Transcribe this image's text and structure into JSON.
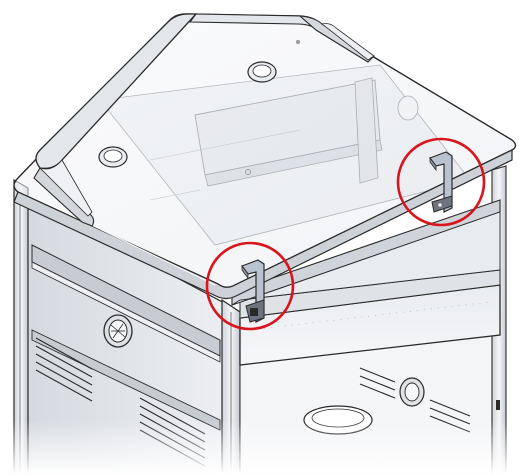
{
  "figure": {
    "subject": "cart-cabinet-with-top-and-clips",
    "colors": {
      "background": "#ffffff",
      "line": "#2a2a2a",
      "metal_light": "#f1f2f5",
      "metal_mid": "#d9dde3",
      "metal_dark": "#a9aeb6",
      "glass": "#eef1f5",
      "clip": "#b9c3cf",
      "highlight_circle": "#d8141c"
    },
    "highlights": [
      {
        "name": "clip-right",
        "marks": "bracket-clip"
      },
      {
        "name": "clip-left",
        "marks": "bracket-clip"
      }
    ]
  }
}
